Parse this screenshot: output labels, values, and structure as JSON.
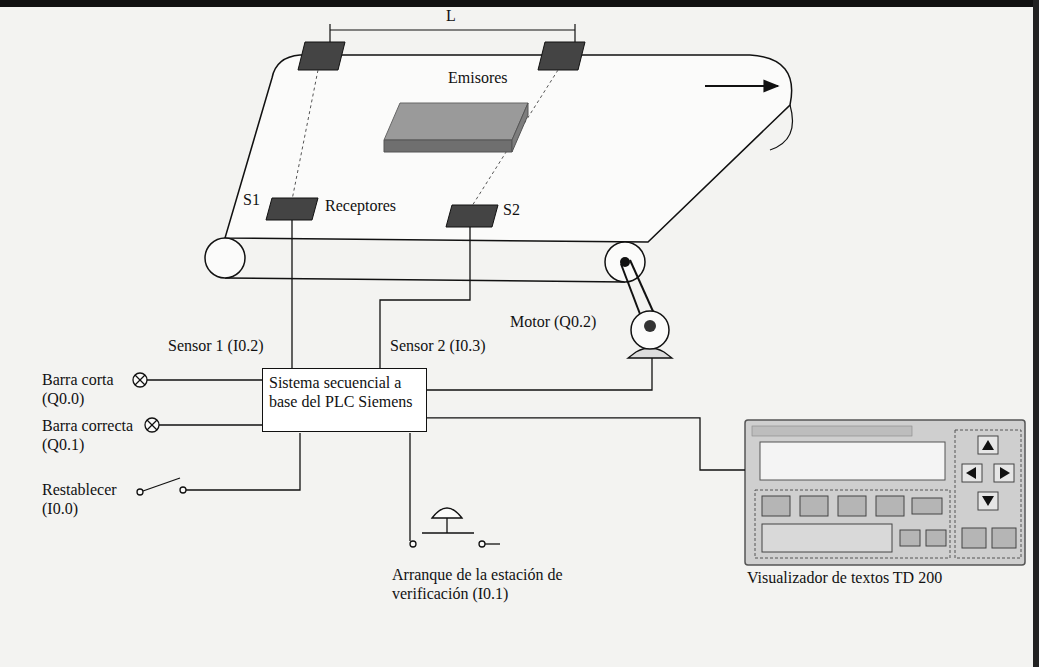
{
  "diagram": {
    "nodes": [
      {
        "text": [
          "Sistema secuencial a base del PLC Siemens"
        ]
      },
      {
        "text": [
          "Visualizador de textos TD 200"
        ]
      }
    ],
    "edges": [
      {
        "from": 0,
        "to": 1,
        "arrow": "none"
      }
    ],
    "labels": [
      "L",
      "Emisores",
      "Receptores",
      "S1",
      "S2",
      "Sensor 1 (I0.2)",
      "Sensor 2 (I0.3)",
      "Motor (Q0.2)",
      "Barra corta (Q0.0)",
      "Barra correcta (Q0.1)",
      "Restablecer (I0.0)",
      "Arranque de la estación de verificación (I0.1)"
    ]
  }
}
